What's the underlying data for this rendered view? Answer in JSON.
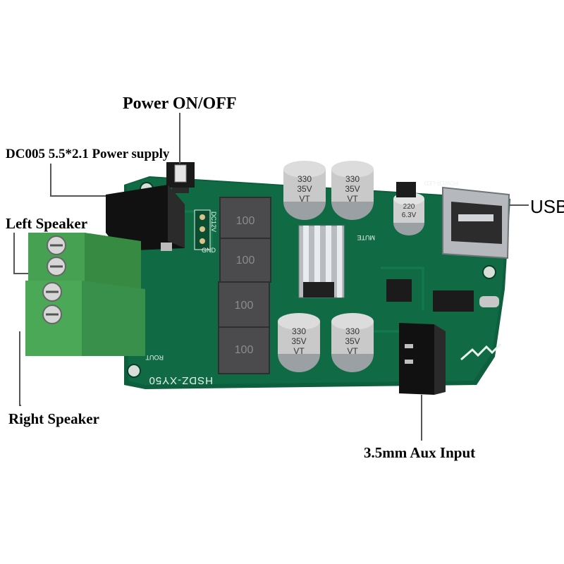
{
  "labels": {
    "power_switch": "Power ON/OFF",
    "dc_jack": "DC005 5.5*2.1 Power supply",
    "left_speaker": "Left Speaker",
    "right_speaker": "Right Speaker",
    "usb": "USB",
    "aux_input": "3.5mm Aux Input"
  },
  "board": {
    "model": "HSDZ-XY50",
    "inductor_marking": "100",
    "large_cap_value": "330",
    "large_cap_voltage": "35V",
    "cap_series": "VT",
    "small_cap_value": "220",
    "small_cap_voltage": "6.3V",
    "power_label": "DC12V",
    "gnd_label": "GND",
    "mute_label": "MUTE",
    "rout_label": "ROUT",
    "power_led_label": "POWER-LED"
  },
  "colors": {
    "pcb": "#0f6b45",
    "pcb_dark": "#0a4d32",
    "terminal": "#3f9b4a",
    "inductor": "#4b4b4d",
    "capacitor": "#c9c9c9",
    "silkscreen": "#e8f3ea"
  }
}
